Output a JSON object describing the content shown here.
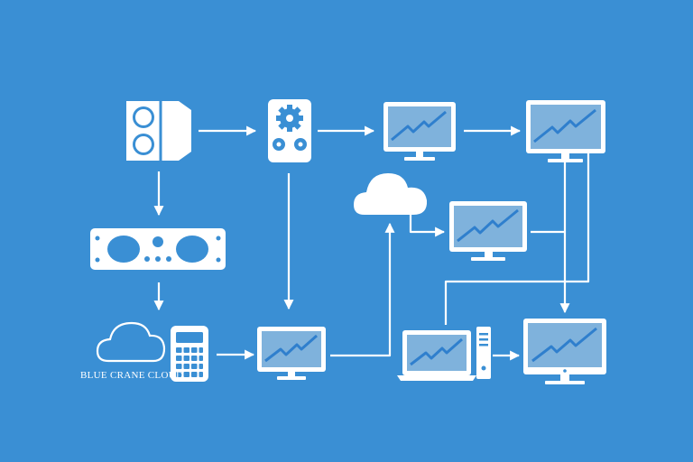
{
  "diagram": {
    "brand_label": "BLUE CRANE CLOUD",
    "colors": {
      "background": "#3a8fd4",
      "line": "#ffffff",
      "screen_fill": "#7fb2dc",
      "chart_line": "#2f7fcd"
    },
    "nodes": [
      {
        "id": "speaker",
        "icon": "speaker-icon"
      },
      {
        "id": "gear-panel",
        "icon": "gear-icon"
      },
      {
        "id": "monitor-1",
        "icon": "monitor-chart-icon"
      },
      {
        "id": "monitor-2",
        "icon": "monitor-chart-icon"
      },
      {
        "id": "rack-unit",
        "icon": "rack-unit-icon"
      },
      {
        "id": "cloud-top",
        "icon": "cloud-icon"
      },
      {
        "id": "monitor-3",
        "icon": "monitor-chart-icon"
      },
      {
        "id": "cloud-brand",
        "icon": "cloud-icon"
      },
      {
        "id": "calculator",
        "icon": "calculator-icon"
      },
      {
        "id": "monitor-4",
        "icon": "monitor-chart-icon"
      },
      {
        "id": "laptop",
        "icon": "laptop-chart-icon"
      },
      {
        "id": "tower",
        "icon": "pc-tower-icon"
      },
      {
        "id": "monitor-5",
        "icon": "monitor-chart-icon"
      }
    ]
  }
}
